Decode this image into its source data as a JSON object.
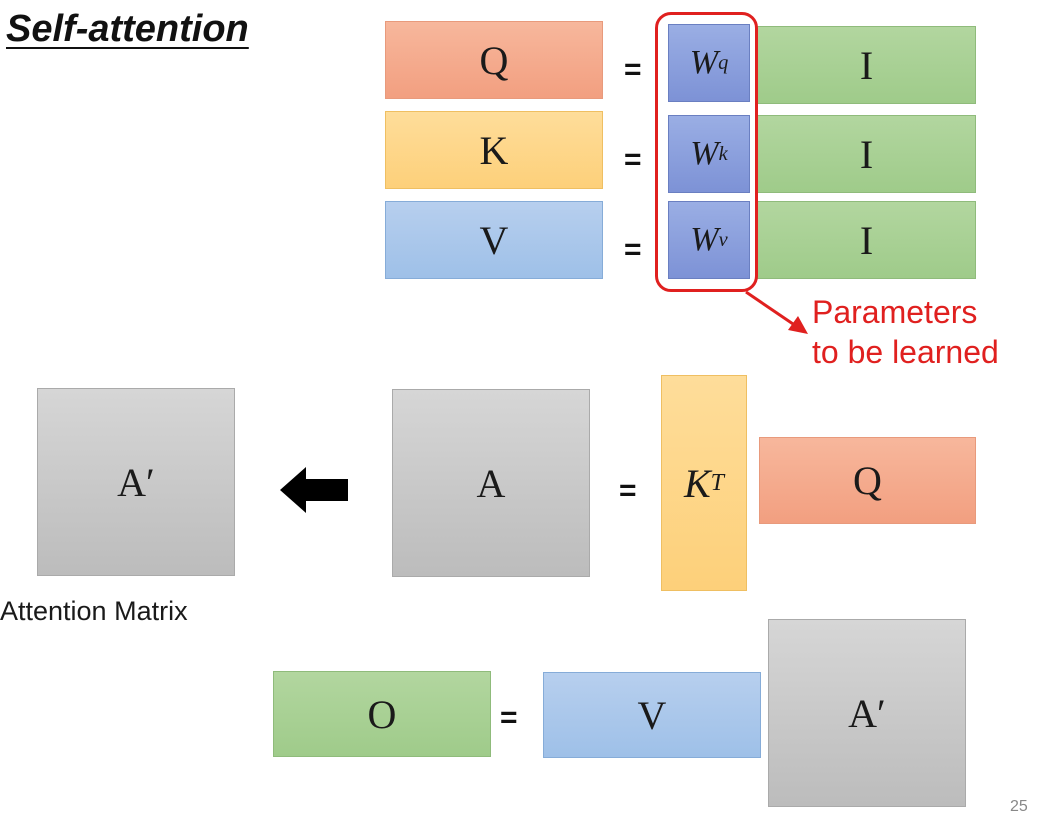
{
  "title": "Self-attention",
  "rows": [
    {
      "lhs": "Q",
      "weight": "W",
      "weight_sup": "q",
      "input": "I",
      "equals": "="
    },
    {
      "lhs": "K",
      "weight": "W",
      "weight_sup": "k",
      "input": "I",
      "equals": "="
    },
    {
      "lhs": "V",
      "weight": "W",
      "weight_sup": "v",
      "input": "I",
      "equals": "="
    }
  ],
  "callout": {
    "line1": "Parameters",
    "line2": "to be learned",
    "color": "#e0201f"
  },
  "attention": {
    "a_prime": "A′",
    "a": "A",
    "equals": "=",
    "k": "K",
    "k_sup": "T",
    "q": "Q",
    "caption": "Attention Matrix"
  },
  "output": {
    "o": "O",
    "equals": "=",
    "v": "V",
    "a_prime": "A′"
  },
  "page_number": "25",
  "colors": {
    "query": "#f4a988",
    "key": "#fdd58a",
    "value": "#a8c6ec",
    "input": "#a9d195",
    "weight": "#8ba0dc",
    "matrix": "#c8c8c8",
    "highlight": "#e0201f"
  }
}
